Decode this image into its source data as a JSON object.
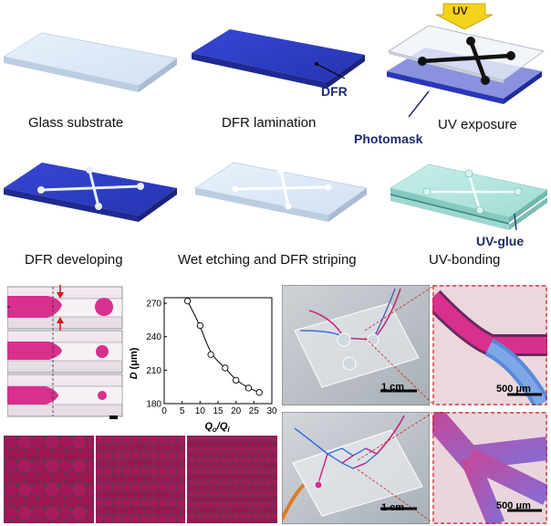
{
  "steps": {
    "s1": "Glass  substrate",
    "s2": "DFR lamination",
    "s3": "UV  exposure",
    "s4": "DFR developing",
    "s5": "Wet  etching and DFR striping",
    "s6": "UV-bonding"
  },
  "callouts": {
    "dfr": "DFR",
    "uv": "UV",
    "photomask": "Photomask",
    "uv_glue": "UV-glue"
  },
  "colors": {
    "glass": "#dde9f7",
    "dfr": "#2f3fc8",
    "droplet": "#d8308c",
    "uv_arrow": "#f2d21a"
  },
  "chart_data": {
    "type": "scatter",
    "xlabel": "Q_o/Q_i",
    "ylabel": "D (μm)",
    "xlabel_main": "Q",
    "xlabel_sub1": "o",
    "xlabel_sub2": "i",
    "ylabel_main": "D",
    "ylabel_unit": "(μm)",
    "xlim": [
      0,
      30
    ],
    "ylim": [
      180,
      275
    ],
    "xticks": [
      0,
      5,
      10,
      15,
      20,
      25,
      30
    ],
    "yticks": [
      180,
      210,
      240,
      270
    ],
    "x": [
      6.5,
      10,
      13,
      17,
      20,
      23.5,
      26.5
    ],
    "y": [
      272,
      250,
      224,
      212,
      201,
      194,
      190
    ],
    "grid": false,
    "fit_curve": true
  },
  "scalebars": {
    "top_device": "1 cm",
    "top_zoom": "500 μm",
    "bottom_device": "1 cm",
    "bottom_zoom": "500 μm"
  }
}
